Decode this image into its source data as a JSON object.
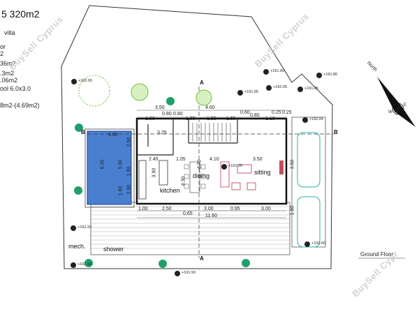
{
  "header": {
    "title": "5 320m2",
    "info_lines": [
      "villa",
      "or",
      "2",
      "36m2",
      ".3m2",
      ".06m2",
      "ool 6.0x3.0",
      "8m2-(4.69m2)"
    ]
  },
  "rooms": {
    "kitchen": "kitchen",
    "dining": "dining",
    "sitting": "sitting",
    "mech": "mech.",
    "shower": "shower"
  },
  "floor_label": "Ground Floor",
  "north_label": "North",
  "compass": {
    "west": "W",
    "east": "E"
  },
  "sections": {
    "a_top": "A",
    "a_bottom": "A",
    "b_left": "B",
    "b_right": "B"
  },
  "dimensions": {
    "top": [
      "3.50",
      "4.60",
      "0.80",
      "0.80",
      "1.55",
      "1.55",
      "0.60",
      "0.80",
      "0.25",
      "0.25",
      "1.90",
      "1.55",
      "1.10"
    ],
    "pool": [
      "3.00",
      "6.00",
      "5.90",
      "2.50",
      "1.80",
      "1.80",
      "1.80"
    ],
    "interior": [
      "3.25",
      "2.45",
      "1.05",
      "4.10",
      "3.50",
      "4.70",
      "4.30",
      "3.90",
      "3.50",
      "1.80"
    ],
    "bottom": [
      "1.00",
      "2.50",
      "3.00",
      "0.95",
      "3.00",
      "0.65",
      "11.60"
    ]
  },
  "levels": [
    "+192.00",
    "+191.90",
    "+191.95",
    "+192.05",
    "+191.80",
    "+191.85",
    "+192.05",
    "+191.35",
    "+192.20",
    "+192.10",
    "+191.90",
    "+192.60"
  ],
  "watermarks": [
    "BuySell Cyprus",
    "BuySell Cyprus",
    "BuySell Cypr"
  ]
}
